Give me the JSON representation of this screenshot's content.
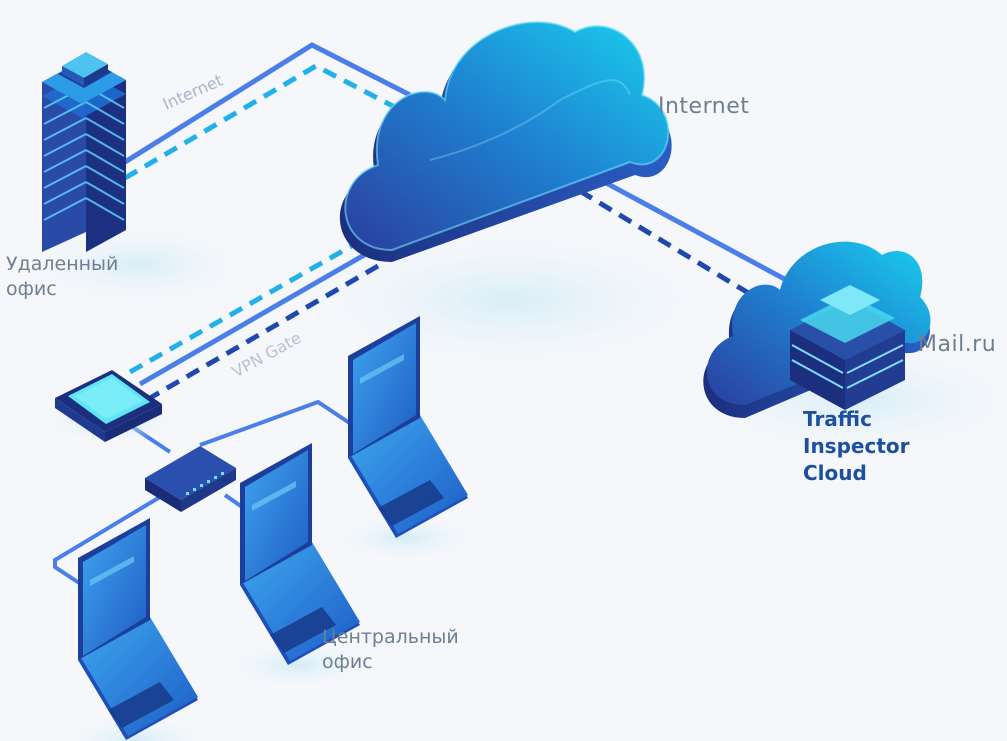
{
  "labels": {
    "remote_office": [
      "Удаленный",
      "офис"
    ],
    "internet_link": "Internet",
    "internet_cloud": "Internet",
    "vpn_gate": "VPN Gate",
    "mail_ru": "Mail.ru",
    "traffic_inspector": [
      "Traffic",
      "Inspector",
      "Cloud"
    ],
    "central_office": [
      "Центральный",
      "офис"
    ]
  },
  "icons": [
    "server-tower-icon",
    "internet-cloud-icon",
    "traffic-inspector-cloud-icon",
    "server-rack-icon",
    "vpn-gateway-icon",
    "network-switch-icon",
    "laptop-icon"
  ],
  "colors": {
    "solid_link": "#4a7ee8",
    "dashed_cyan": "#22b0ea",
    "dashed_dark": "#1f49b0",
    "cloud_light": "#19c6ea",
    "cloud_dark": "#2b3e9e",
    "label_gray": "#6f7f90",
    "brand_blue": "#1d4fa0"
  }
}
